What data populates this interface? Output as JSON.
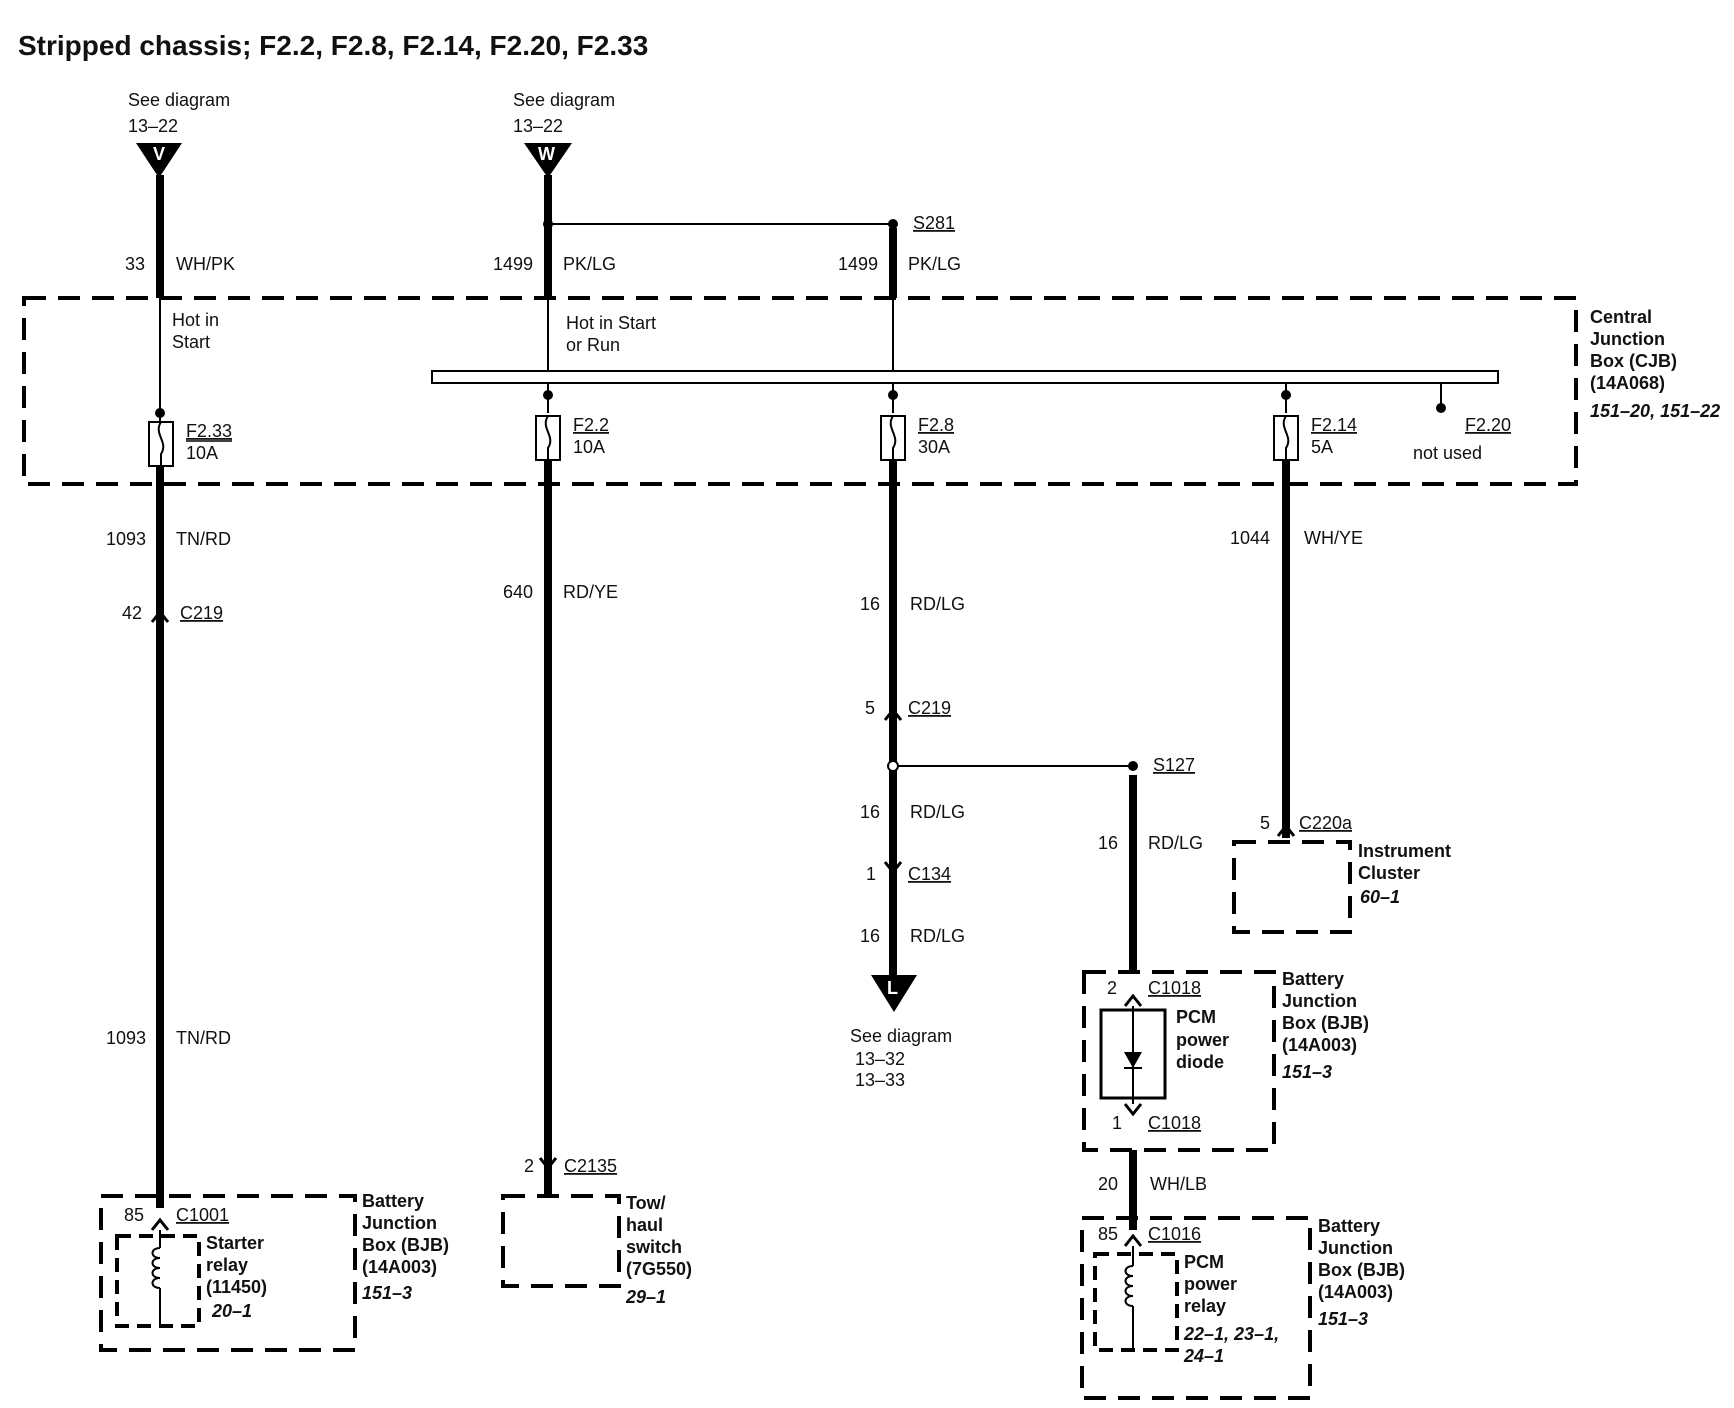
{
  "title": "Stripped chassis; F2.2, F2.8, F2.14, F2.20, F2.33",
  "cjb": {
    "lines": [
      "Central",
      "Junction",
      "Box (CJB)",
      "(14A068)"
    ],
    "ref": "151–20, 151–22"
  },
  "feeds": [
    {
      "see": "See diagram",
      "ref": "13–22",
      "letter": "V",
      "circuit": "33",
      "color": "WH/PK",
      "note": [
        "Hot in",
        "Start"
      ]
    },
    {
      "see": "See diagram",
      "ref": "13–22",
      "letter": "W",
      "circuit": "1499",
      "color": "PK/LG",
      "note": [
        "Hot in Start",
        "or Run"
      ]
    }
  ],
  "splice_top": {
    "name": "S281",
    "circuit": "1499",
    "color": "PK/LG"
  },
  "fuses": [
    {
      "name": "F2.33",
      "rating": "10A"
    },
    {
      "name": "F2.2",
      "rating": "10A"
    },
    {
      "name": "F2.8",
      "rating": "30A"
    },
    {
      "name": "F2.14",
      "rating": "5A"
    },
    {
      "name": "F2.20",
      "rating": "not used"
    }
  ],
  "col1": {
    "w1_circuit": "1093",
    "w1_color": "TN/RD",
    "conn_pin": "42",
    "conn": "C219",
    "w2_circuit": "1093",
    "w2_color": "TN/RD",
    "end_pin": "85",
    "end_conn": "C1001",
    "device": [
      "Starter",
      "relay",
      "(11450)"
    ],
    "device_ref": "20–1",
    "box": [
      "Battery",
      "Junction",
      "Box (BJB)",
      "(14A003)"
    ],
    "box_ref": "151–3"
  },
  "col2": {
    "circuit": "640",
    "color": "RD/YE",
    "end_pin": "2",
    "end_conn": "C2135",
    "device": [
      "Tow/",
      "haul",
      "switch",
      "(7G550)"
    ],
    "device_ref": "29–1"
  },
  "col3": {
    "w1_circuit": "16",
    "w1_color": "RD/LG",
    "conn_pin": "5",
    "conn": "C219",
    "w2_circuit": "16",
    "w2_color": "RD/LG",
    "conn2_pin": "1",
    "conn2": "C134",
    "w3_circuit": "16",
    "w3_color": "RD/LG",
    "end_letter": "L",
    "see": "See diagram",
    "refs": [
      "13–32",
      "13–33"
    ]
  },
  "col4": {
    "splice": "S127",
    "w1_circuit": "16",
    "w1_color": "RD/LG",
    "diode_top_pin": "2",
    "diode_top_conn": "C1018",
    "diode": [
      "PCM",
      "power",
      "diode"
    ],
    "diode_bot_pin": "1",
    "diode_bot_conn": "C1018",
    "box1": [
      "Battery",
      "Junction",
      "Box (BJB)",
      "(14A003)"
    ],
    "box1_ref": "151–3",
    "w2_circuit": "20",
    "w2_color": "WH/LB",
    "relay_pin": "85",
    "relay_conn": "C1016",
    "relay": [
      "PCM",
      "power",
      "relay"
    ],
    "relay_ref": [
      "22–1, 23–1,",
      "24–1"
    ],
    "box2": [
      "Battery",
      "Junction",
      "Box (BJB)",
      "(14A003)"
    ],
    "box2_ref": "151–3"
  },
  "col5": {
    "circuit": "1044",
    "color": "WH/YE",
    "pin": "5",
    "conn": "C220a",
    "device": [
      "Instrument",
      "Cluster"
    ],
    "device_ref": "60–1"
  }
}
